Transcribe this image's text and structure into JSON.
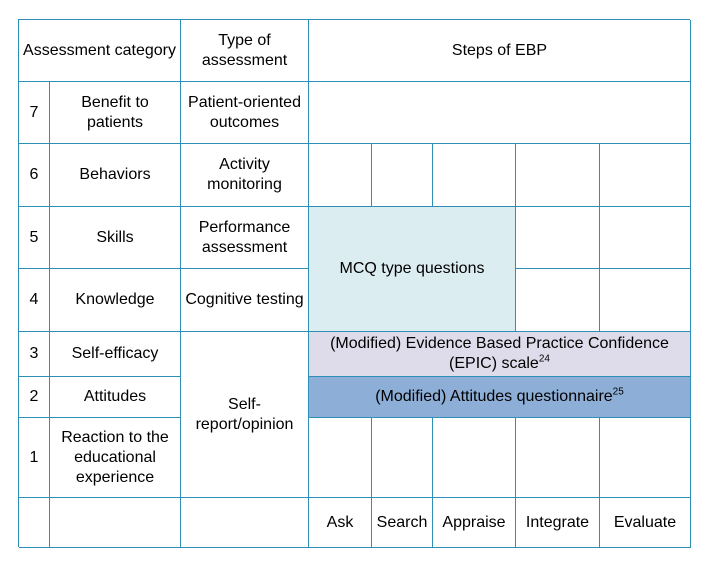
{
  "headers": {
    "assessment_category": "Assessment category",
    "type_of_assessment": "Type of assessment",
    "steps_of_ebp": "Steps of EBP"
  },
  "rows": [
    {
      "level": "7",
      "category": "Benefit to patients",
      "type": "Patient-oriented outcomes"
    },
    {
      "level": "6",
      "category": "Behaviors",
      "type": "Activity monitoring"
    },
    {
      "level": "5",
      "category": "Skills",
      "type": "Performance assessment"
    },
    {
      "level": "4",
      "category": "Knowledge",
      "type": "Cognitive testing"
    },
    {
      "level": "3",
      "category": "Self-efficacy"
    },
    {
      "level": "2",
      "category": "Attitudes"
    },
    {
      "level": "1",
      "category": "Reaction to the educational experience"
    }
  ],
  "self_report_type": "Self-report/opinion",
  "instruments": {
    "mcq": "MCQ type questions",
    "epic": "(Modified) Evidence Based Practice Confidence (EPIC) scale",
    "epic_ref": "24",
    "attitudes": "(Modified) Attitudes questionnaire",
    "attitudes_ref": "25"
  },
  "steps": [
    "Ask",
    "Search",
    "Appraise",
    "Integrate",
    "Evaluate"
  ],
  "colors": {
    "border": "#2d8fb5",
    "mcq_fill": "#dcedf2",
    "epic_fill": "#dedceb",
    "attitudes_fill": "#8daed6"
  }
}
